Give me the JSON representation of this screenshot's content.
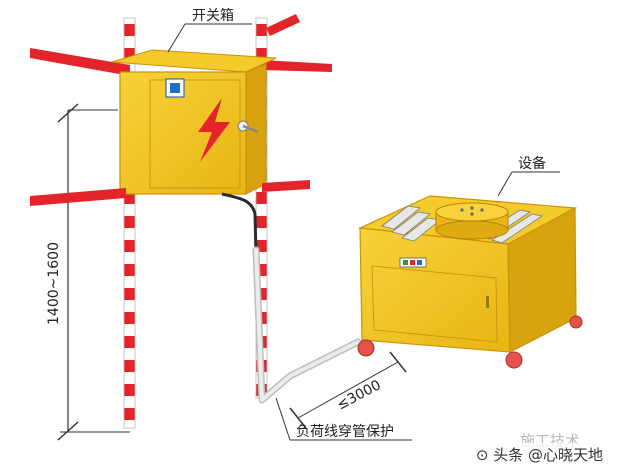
{
  "labels": {
    "switch_box": "开关箱",
    "equipment": "设备",
    "height_dim": "1400~1600",
    "distance_dim": "≤3000",
    "cable_protection": "负荷线穿管保护"
  },
  "watermark": {
    "faint_text": "施工技术",
    "text": "头条 @心晓天地"
  },
  "icons": [
    "lightning-warning-icon",
    "brand-logo-icon",
    "indicator-lights-icon",
    "camera-icon"
  ],
  "colors": {
    "box_yellow": "#f3c21f",
    "box_edge": "#c8920a",
    "pole_red": "#e3242b",
    "pole_white": "#ffffff",
    "cable": "#2a2a2a",
    "pipe": "#d9d9d9",
    "wheel": "#e8504a"
  }
}
